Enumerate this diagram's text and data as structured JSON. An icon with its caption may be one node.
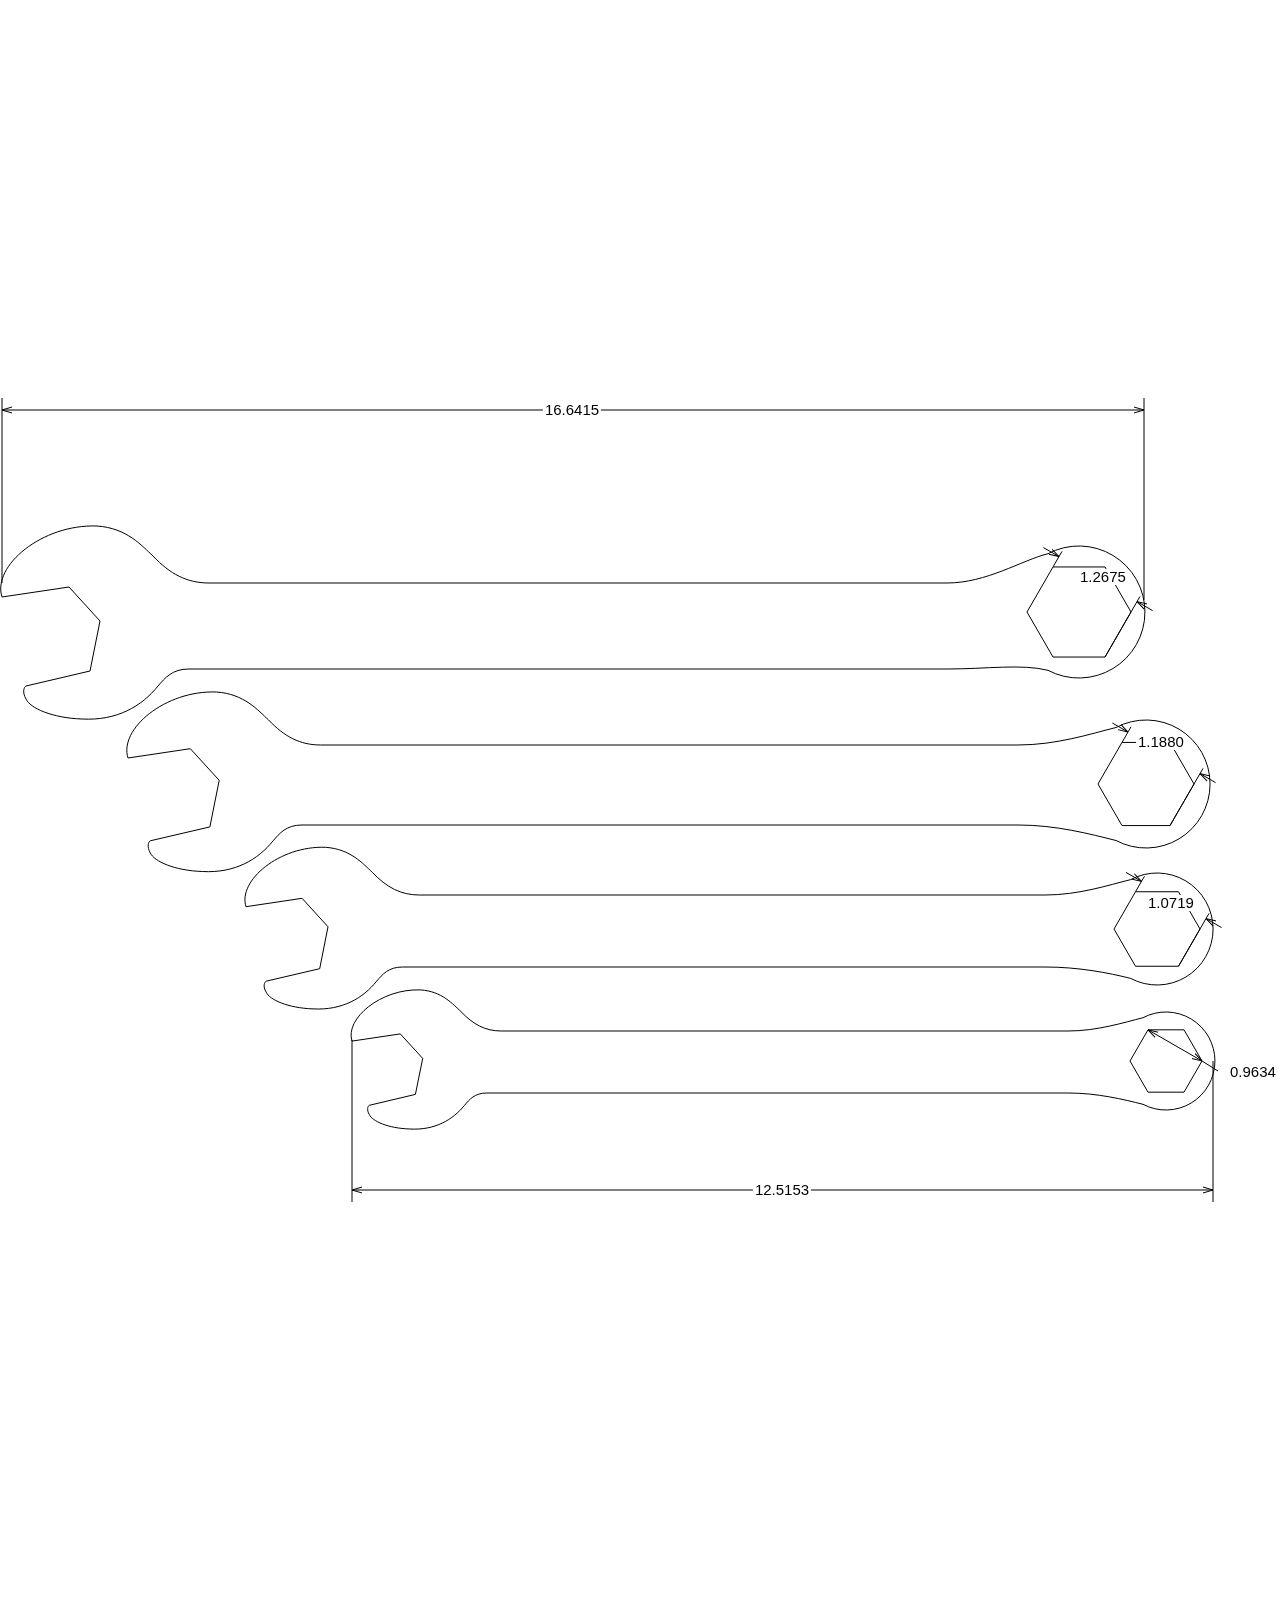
{
  "diagram": {
    "labels": [
      "16.6415",
      "1.2675",
      "1.1880",
      "1.0719",
      "0.9634",
      "12.5153"
    ]
  }
}
